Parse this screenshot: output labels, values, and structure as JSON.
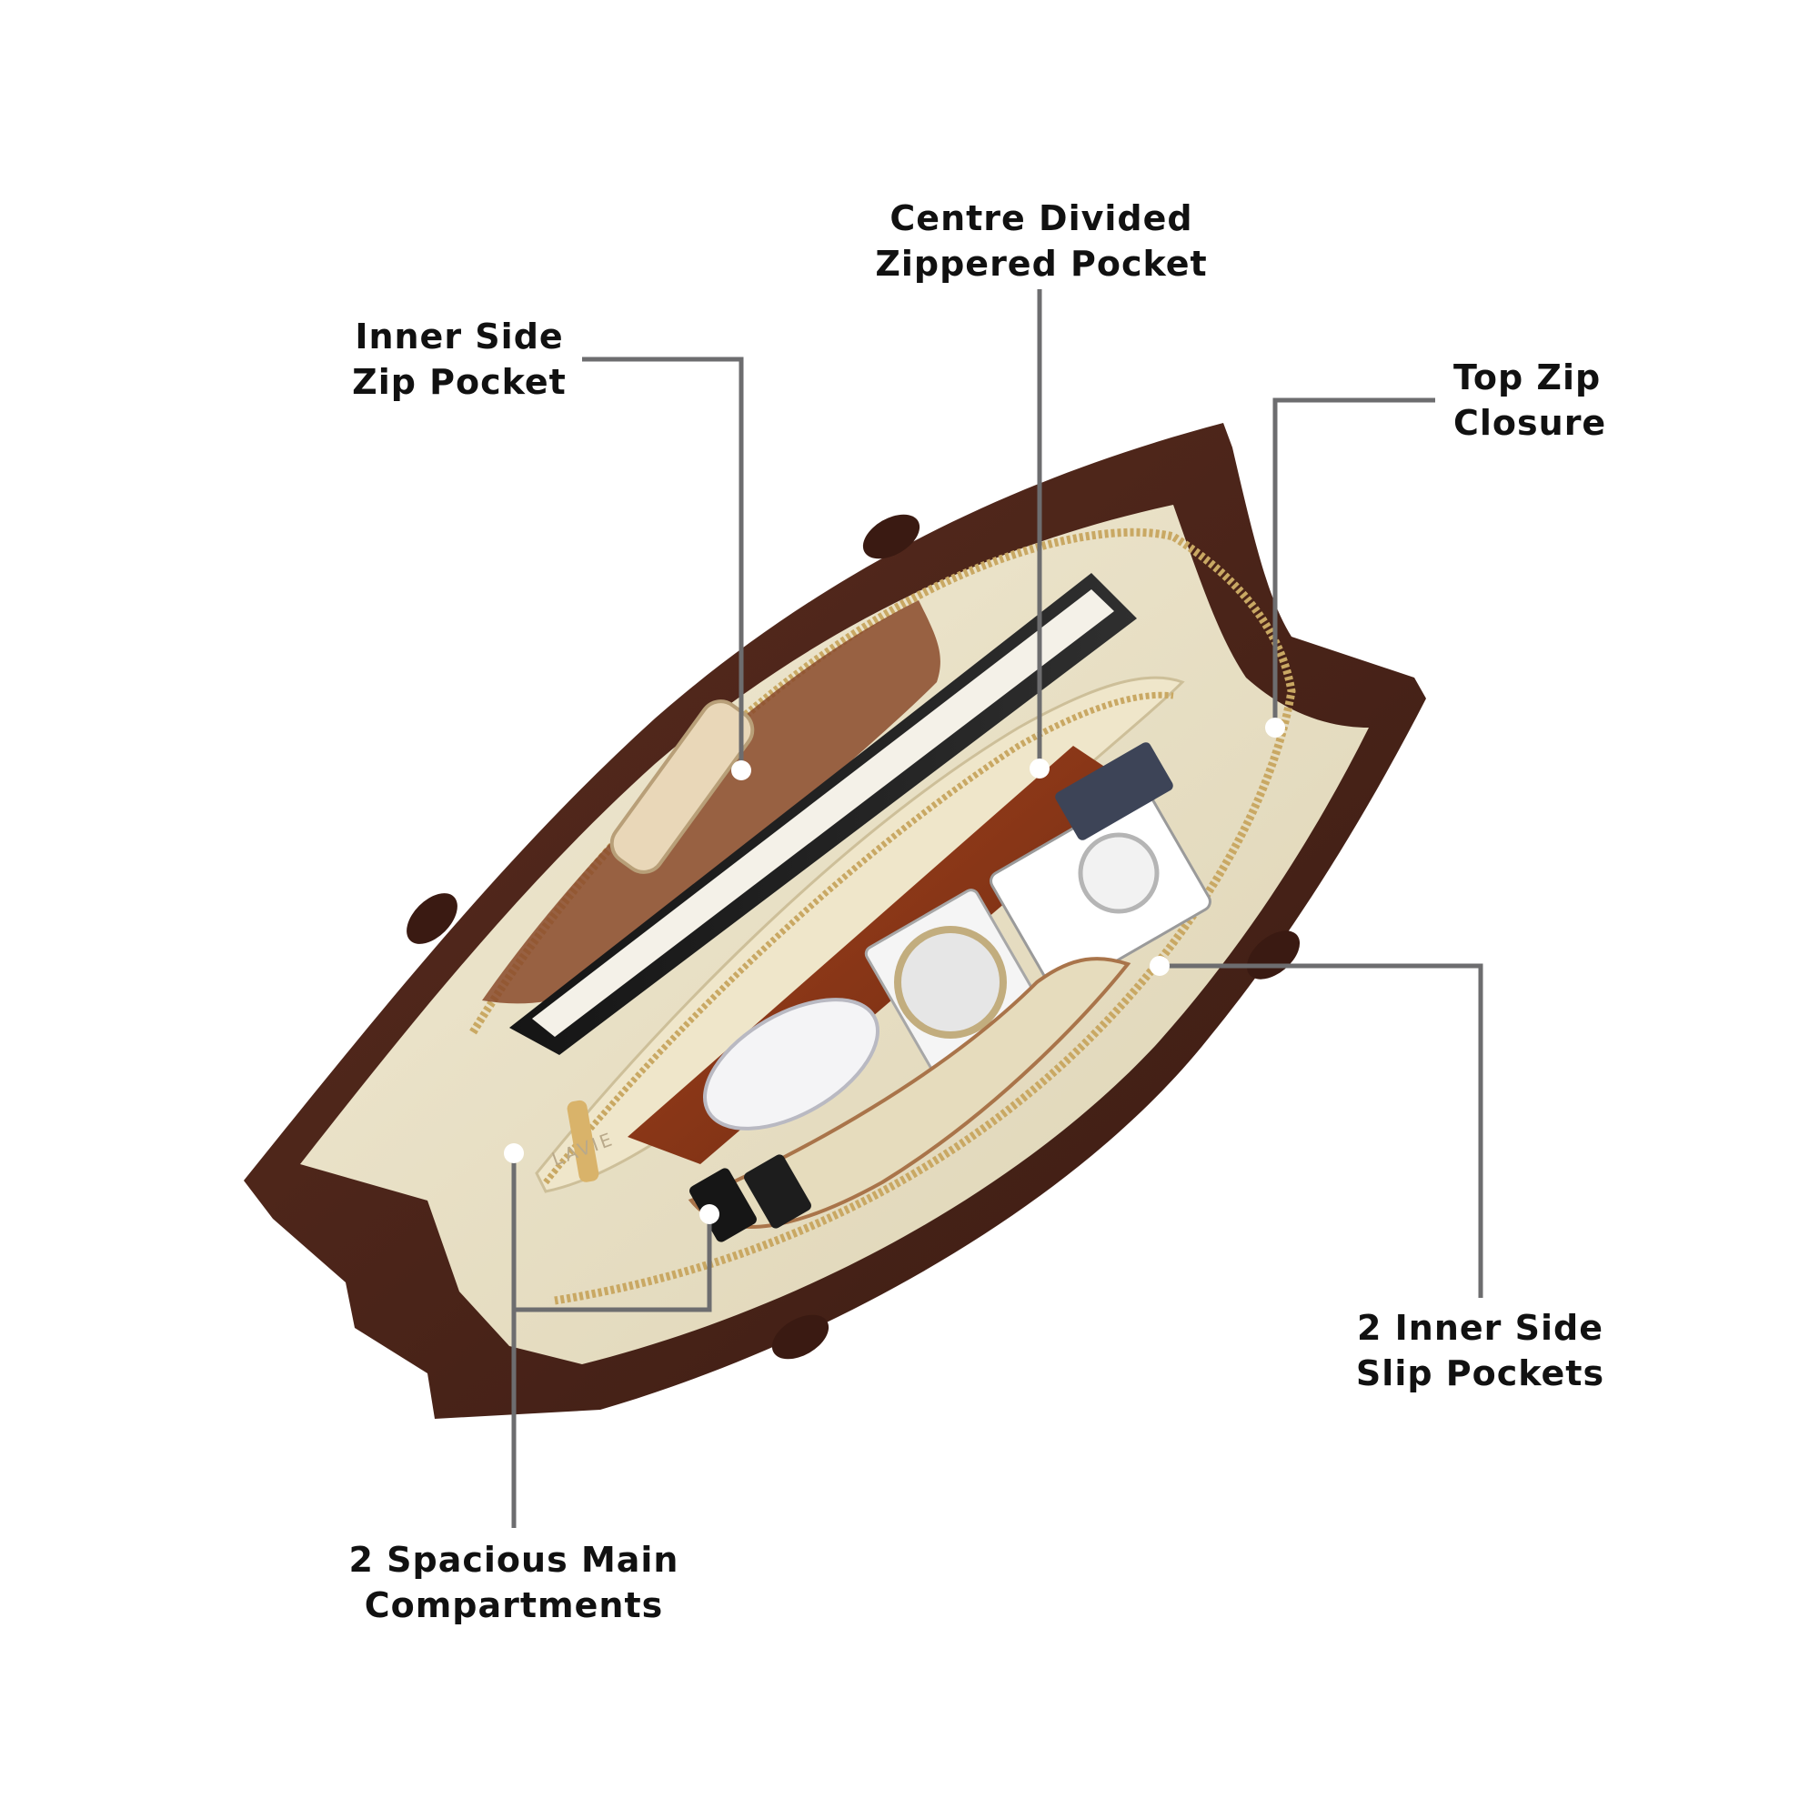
{
  "colors": {
    "leader_line": "#6d6d6f",
    "marker": "#ffffff",
    "label_text": "#111111",
    "bag_leather": "#4a2419",
    "bag_lining": "#eae2c8"
  },
  "callouts": {
    "inner_side_zip_pocket": {
      "line1": "Inner Side",
      "line2": "Zip Pocket"
    },
    "centre_divided_pocket": {
      "line1": "Centre Divided",
      "line2": "Zippered Pocket"
    },
    "top_zip_closure": {
      "line1": "Top Zip",
      "line2": "Closure"
    },
    "inner_slip_pockets": {
      "line1": "2 Inner Side",
      "line2": "Slip Pockets"
    },
    "main_compartments": {
      "line1": "2 Spacious Main",
      "line2": "Compartments"
    }
  },
  "photo": {
    "brand_lining_text": "LAVIE"
  }
}
